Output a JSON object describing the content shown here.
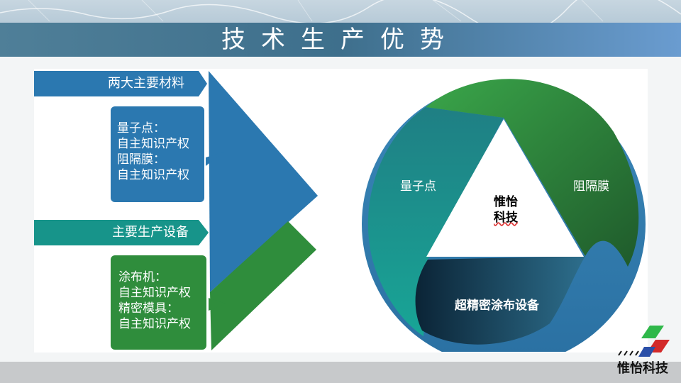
{
  "title": "技术生产优势",
  "left": {
    "materials": {
      "tag": "两大主要材料",
      "lines": [
        "量子点：",
        "自主知识产权",
        "阻隔膜：",
        "自主知识产权"
      ]
    },
    "equipment": {
      "tag": "主要生产设备",
      "lines": [
        "涂布机：",
        "自主知识产权",
        "精密模具：",
        "自主知识产权"
      ]
    }
  },
  "cycle": {
    "center": [
      "惟怡",
      "科技"
    ],
    "left_segment": "量子点",
    "right_segment": "阻隔膜",
    "bottom_segment": "超精密涂布设备"
  },
  "logo": {
    "text": "惟怡科技"
  },
  "colors": {
    "blue": "#2b78b0",
    "teal": "#17948a",
    "green": "#2f8d3c",
    "navy": "#0e2d42"
  }
}
